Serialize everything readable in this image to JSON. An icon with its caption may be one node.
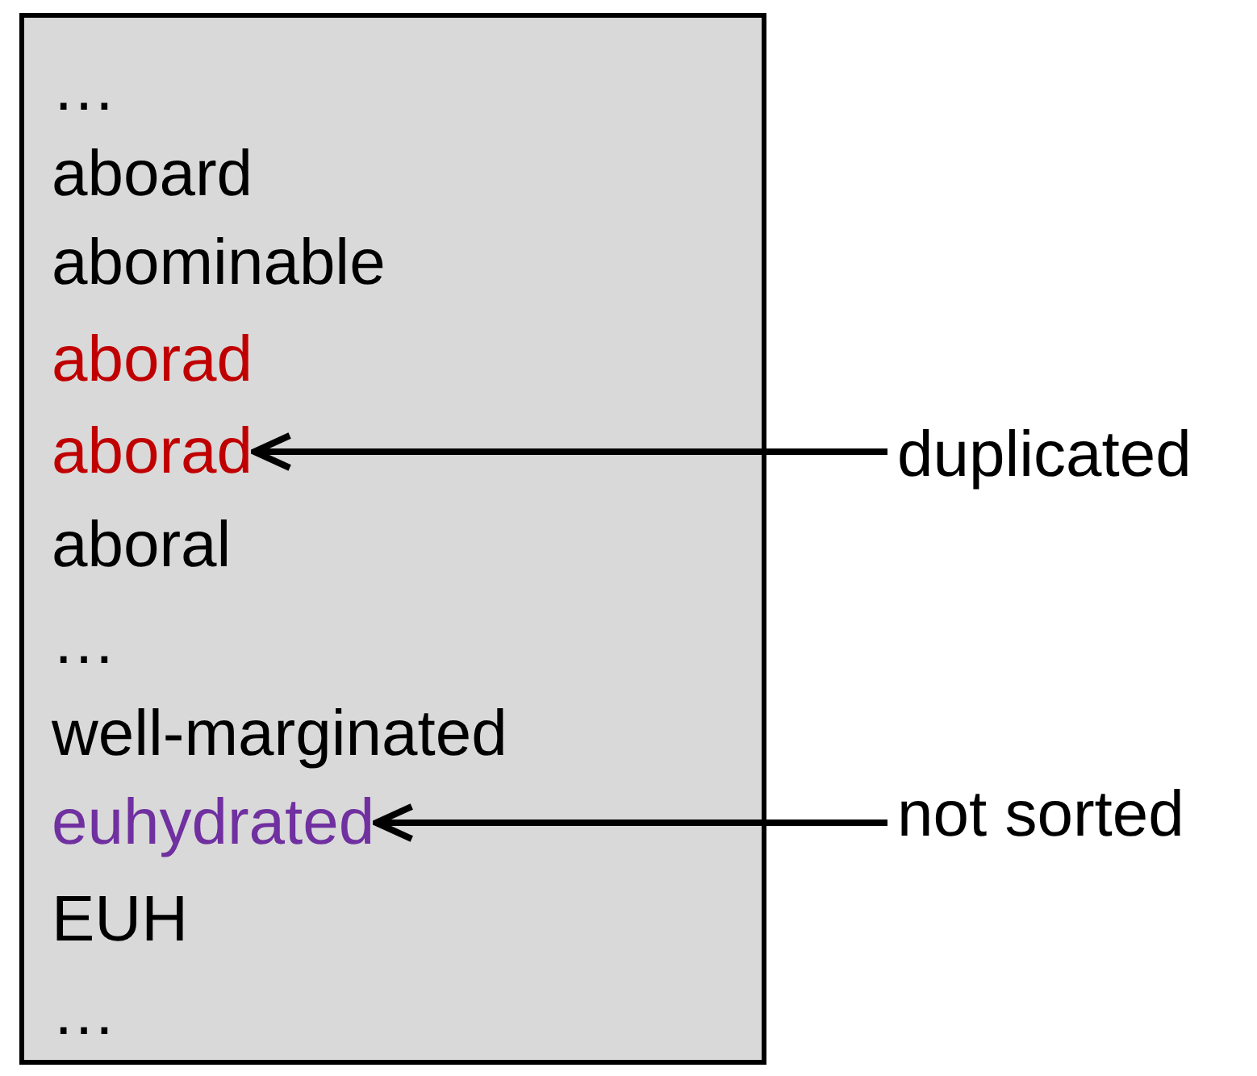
{
  "diagram": {
    "nodes": [
      {
        "text": [],
        "shape": "box"
      },
      {
        "text": [
          "…"
        ],
        "in": 0
      },
      {
        "text": [
          "aboard"
        ],
        "in": 0
      },
      {
        "text": [
          "abominable"
        ],
        "in": 0
      },
      {
        "text": [
          "aborad"
        ],
        "in": 0
      },
      {
        "text": [
          "aborad"
        ],
        "in": 0
      },
      {
        "text": [
          "aboral"
        ],
        "in": 0
      },
      {
        "text": [
          "…"
        ],
        "in": 0
      },
      {
        "text": [
          "well-marginated"
        ],
        "in": 0
      },
      {
        "text": [
          "euhydrated"
        ],
        "in": 0
      },
      {
        "text": [
          "EUH"
        ],
        "in": 0
      },
      {
        "text": [
          "…"
        ],
        "in": 0
      },
      {
        "text": [
          "duplicated"
        ]
      },
      {
        "text": [
          "not sorted"
        ]
      }
    ],
    "edges": [
      {
        "from": 12,
        "to": 5,
        "arrow": "to"
      },
      {
        "from": 13,
        "to": 9,
        "arrow": "to"
      }
    ]
  }
}
